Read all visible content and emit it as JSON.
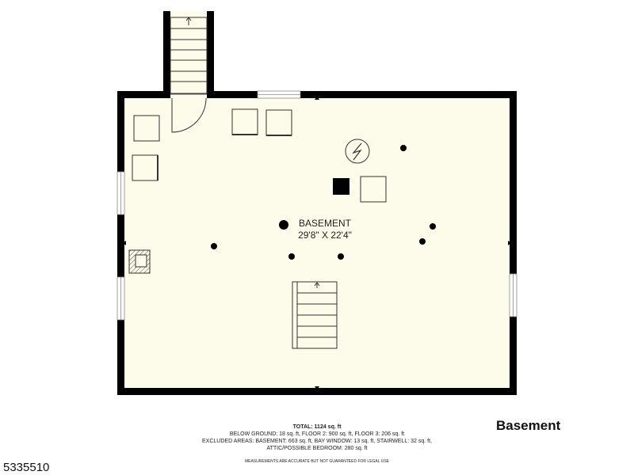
{
  "room": {
    "name": "BASEMENT",
    "dimensions": "29'8\" X 22'4\""
  },
  "floor_title": "Basement",
  "totals": {
    "total": "TOTAL: 1124 sq. ft",
    "below_ground": "BELOW GROUND: 18 sq. ft, FLOOR 2: 900 sq. ft, FLOOR 3: 206 sq. ft",
    "excluded": "EXCLUDED AREAS: BASEMENT: 663 sq. ft, BAY WINDOW: 13 sq. ft, STAIRWELL: 32 sq. ft,",
    "attic": "ATTIC/POSSIBLE BEDROOM: 280 sq. ft",
    "disclaimer": "MEASUREMENTS ARE ACCURATE BUT NOT GUARANTEED FOR LEGAL USE"
  },
  "listing_id": "5335510",
  "colors": {
    "floor": "#fdfbe9",
    "wall": "#000000"
  }
}
